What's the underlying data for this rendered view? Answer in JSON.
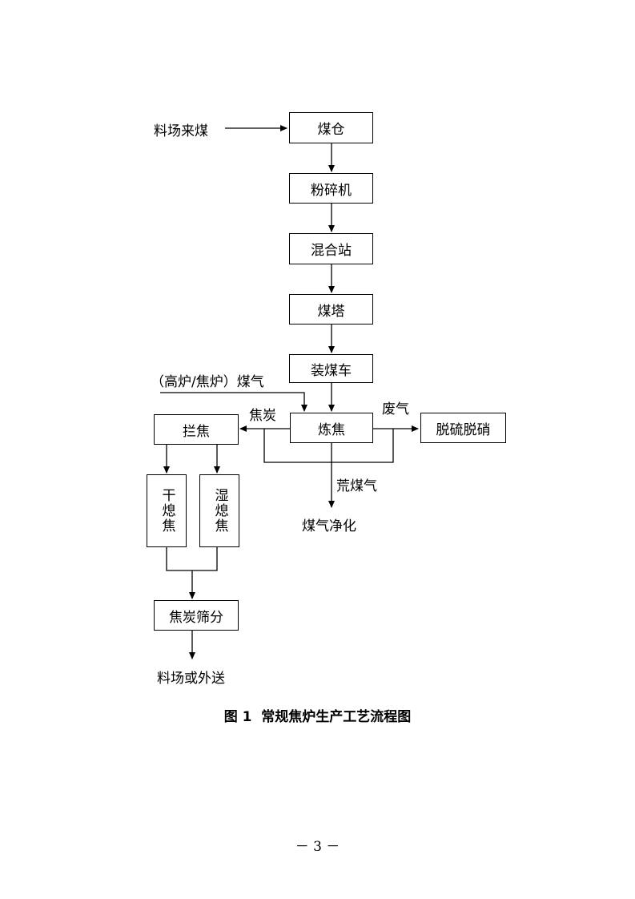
{
  "diagram": {
    "nodes": {
      "coal_bin": "煤仓",
      "crusher": "粉碎机",
      "mixing_station": "混合站",
      "coal_tower": "煤塔",
      "charging_car": "装煤车",
      "coking": "炼焦",
      "coke_blocking": "拦焦",
      "dry_quenching": "干熄焦",
      "wet_quenching": "湿熄焦",
      "coke_screening": "焦炭筛分",
      "desulfurization": "脱硫脱硝"
    },
    "labels": {
      "yard_coal": "料场来煤",
      "furnace_gas": "（高炉/焦炉）煤气",
      "coke": "焦炭",
      "exhaust": "废气",
      "raw_gas": "荒煤气",
      "gas_purification": "煤气净化",
      "to_yard_or_export": "料场或外送"
    },
    "caption": "图 1  常规焦炉生产工艺流程图"
  },
  "page_number": "－ 3 －"
}
